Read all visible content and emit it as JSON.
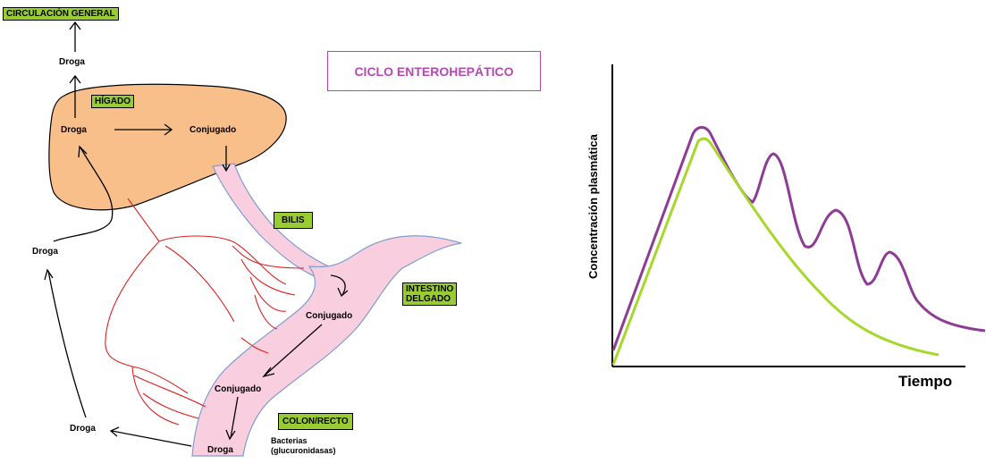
{
  "title": "CICLO ENTEROHEPÁTICO",
  "tags": {
    "circulacion": "CIRCULACIÓN GENERAL",
    "higado": "HÍGADO",
    "bilis": "BILIS",
    "intestino_1": "INTESTINO",
    "intestino_2": "DELGADO",
    "colon": "COLON/RECTO"
  },
  "labels": {
    "droga_top": "Droga",
    "droga_liver": "Droga",
    "conjugado_liver": "Conjugado",
    "droga_left": "Droga",
    "conjugado_int1": "Conjugado",
    "conjugado_int2": "Conjugado",
    "droga_bottom_left": "Droga",
    "droga_colon": "Droga",
    "bacterias_1": "Bacterias",
    "bacterias_2": "(glucuronidasas)"
  },
  "colors": {
    "liver": "#f9bf8b",
    "intestine": "#f9cede",
    "intestine_border": "#7f9ecf",
    "vessels": "#e02020",
    "tag_green": "#99cc33",
    "title_purple": "#b548b5",
    "curve_purple": "#8e3b96",
    "curve_green": "#a6d82c"
  },
  "chart_data": {
    "type": "line",
    "title": "",
    "xlabel": "Tiempo",
    "ylabel": "Concentración plasmática",
    "series": [
      {
        "values_description": "purple curve with enterohepatic secondary peaks"
      },
      {
        "values_description": "green curve single peak decay"
      }
    ]
  }
}
